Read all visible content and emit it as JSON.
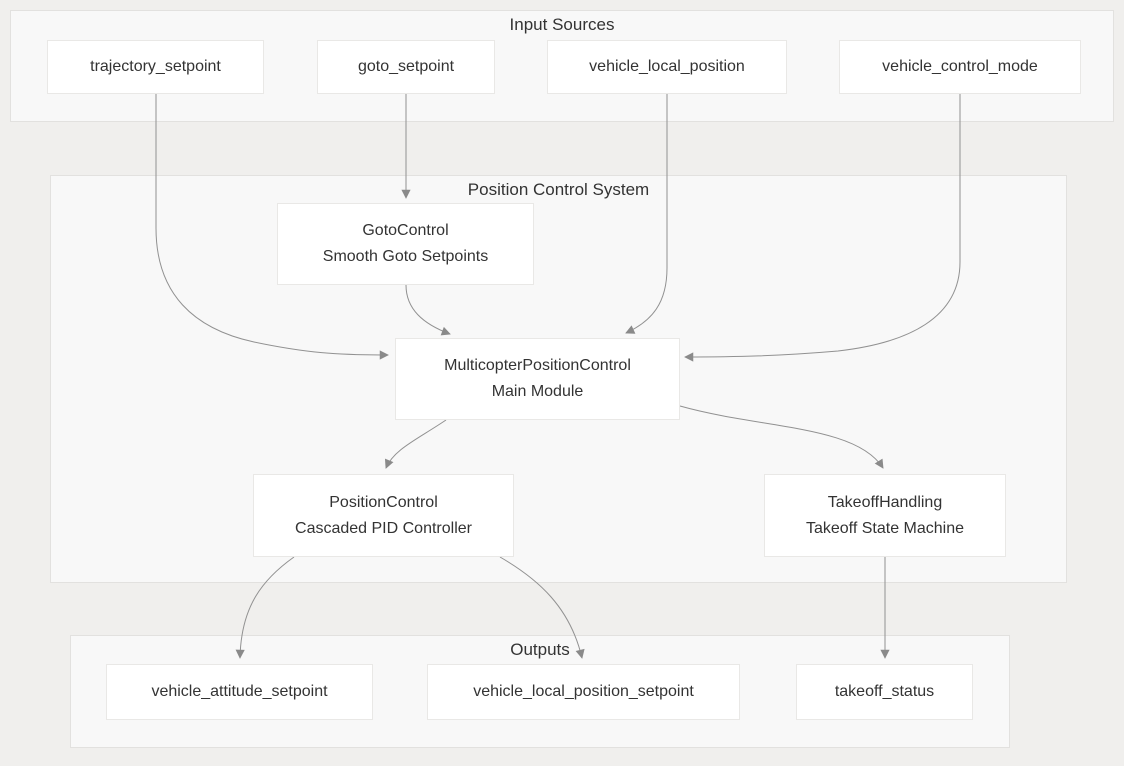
{
  "diagram": {
    "type": "flowchart",
    "direction": "top-down",
    "colors": {
      "page_background": "#f0efed",
      "group_fill": "#f8f8f8",
      "group_border": "#e2e1df",
      "node_fill": "#ffffff",
      "node_border": "#e9e8e6",
      "edge_stroke": "#919191",
      "arrowhead_fill": "#8a8a8a",
      "text": "#333333"
    },
    "groups": {
      "input_sources": {
        "title": "Input Sources"
      },
      "position_control_system": {
        "title": "Position Control System"
      },
      "outputs": {
        "title": "Outputs"
      }
    },
    "nodes": {
      "trajectory_setpoint": {
        "label": "trajectory_setpoint"
      },
      "goto_setpoint": {
        "label": "goto_setpoint"
      },
      "vehicle_local_position": {
        "label": "vehicle_local_position"
      },
      "vehicle_control_mode": {
        "label": "vehicle_control_mode"
      },
      "goto_control": {
        "title": "GotoControl",
        "subtitle": "Smooth Goto Setpoints"
      },
      "multicopter_position_control": {
        "title": "MulticopterPositionControl",
        "subtitle": "Main Module"
      },
      "position_control": {
        "title": "PositionControl",
        "subtitle": "Cascaded PID Controller"
      },
      "takeoff_handling": {
        "title": "TakeoffHandling",
        "subtitle": "Takeoff State Machine"
      },
      "vehicle_attitude_setpoint": {
        "label": "vehicle_attitude_setpoint"
      },
      "vehicle_local_position_setpoint": {
        "label": "vehicle_local_position_setpoint"
      },
      "takeoff_status": {
        "label": "takeoff_status"
      }
    },
    "edges": [
      {
        "from": "trajectory_setpoint",
        "to": "multicopter_position_control"
      },
      {
        "from": "goto_setpoint",
        "to": "goto_control"
      },
      {
        "from": "vehicle_local_position",
        "to": "multicopter_position_control"
      },
      {
        "from": "vehicle_control_mode",
        "to": "multicopter_position_control"
      },
      {
        "from": "goto_control",
        "to": "multicopter_position_control"
      },
      {
        "from": "multicopter_position_control",
        "to": "position_control"
      },
      {
        "from": "multicopter_position_control",
        "to": "takeoff_handling"
      },
      {
        "from": "position_control",
        "to": "vehicle_attitude_setpoint"
      },
      {
        "from": "position_control",
        "to": "vehicle_local_position_setpoint"
      },
      {
        "from": "takeoff_handling",
        "to": "takeoff_status"
      }
    ]
  }
}
